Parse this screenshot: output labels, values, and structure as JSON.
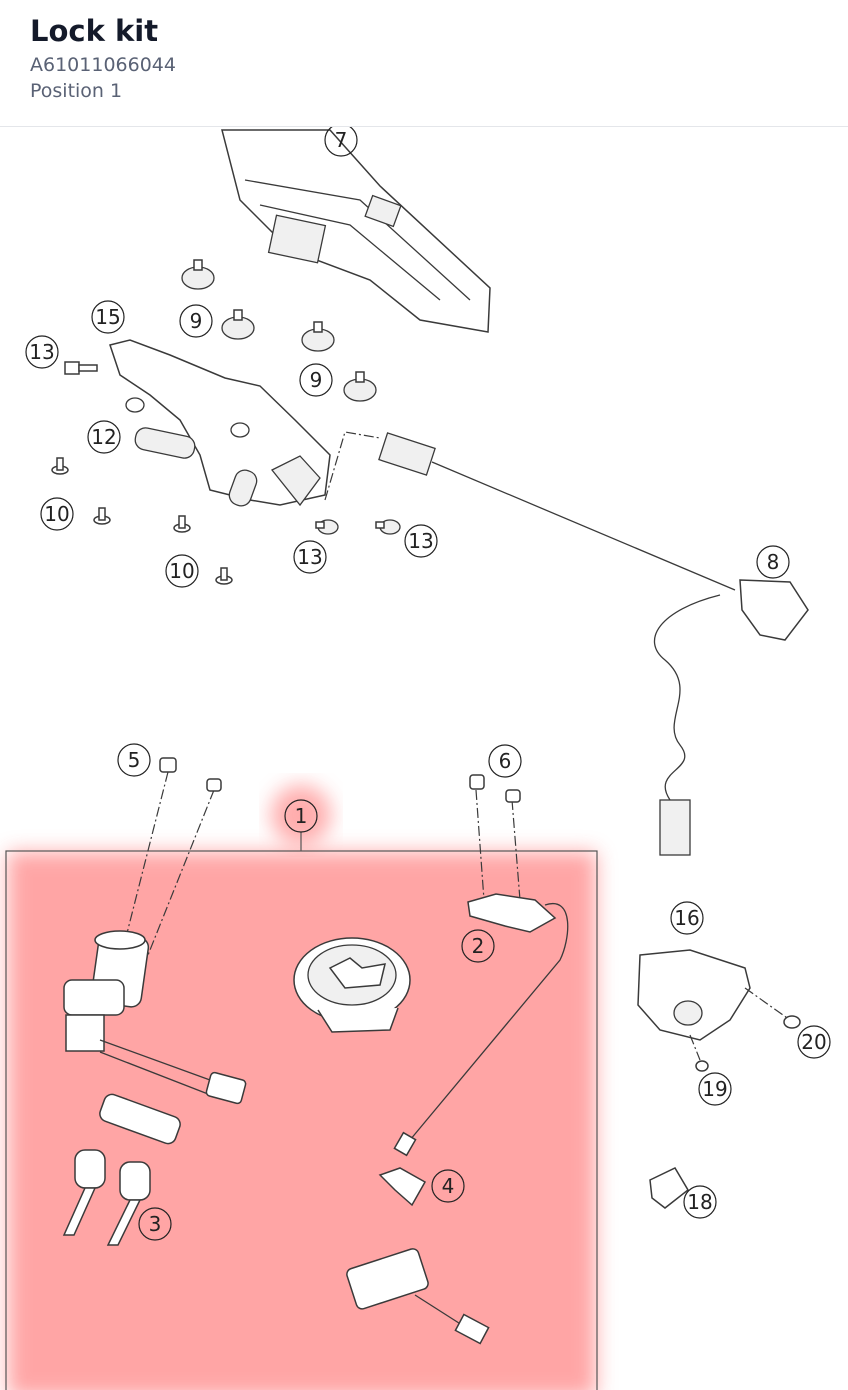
{
  "header": {
    "title": "Lock kit",
    "part_number": "A61011066044",
    "position": "Position 1"
  },
  "diagram": {
    "highlight_color": "#ff6b6b",
    "callouts": [
      {
        "id": "c7",
        "label": "7"
      },
      {
        "id": "c15",
        "label": "15"
      },
      {
        "id": "c9a",
        "label": "9"
      },
      {
        "id": "c9b",
        "label": "9"
      },
      {
        "id": "c13a",
        "label": "13"
      },
      {
        "id": "c12",
        "label": "12"
      },
      {
        "id": "c10a",
        "label": "10"
      },
      {
        "id": "c10b",
        "label": "10"
      },
      {
        "id": "c13b",
        "label": "13"
      },
      {
        "id": "c13c",
        "label": "13"
      },
      {
        "id": "c8",
        "label": "8"
      },
      {
        "id": "c5",
        "label": "5"
      },
      {
        "id": "c6",
        "label": "6"
      },
      {
        "id": "c1",
        "label": "1"
      },
      {
        "id": "c2",
        "label": "2"
      },
      {
        "id": "c16",
        "label": "16"
      },
      {
        "id": "c20",
        "label": "20"
      },
      {
        "id": "c19",
        "label": "19"
      },
      {
        "id": "c4",
        "label": "4"
      },
      {
        "id": "c3",
        "label": "3"
      },
      {
        "id": "c18",
        "label": "18"
      }
    ]
  }
}
